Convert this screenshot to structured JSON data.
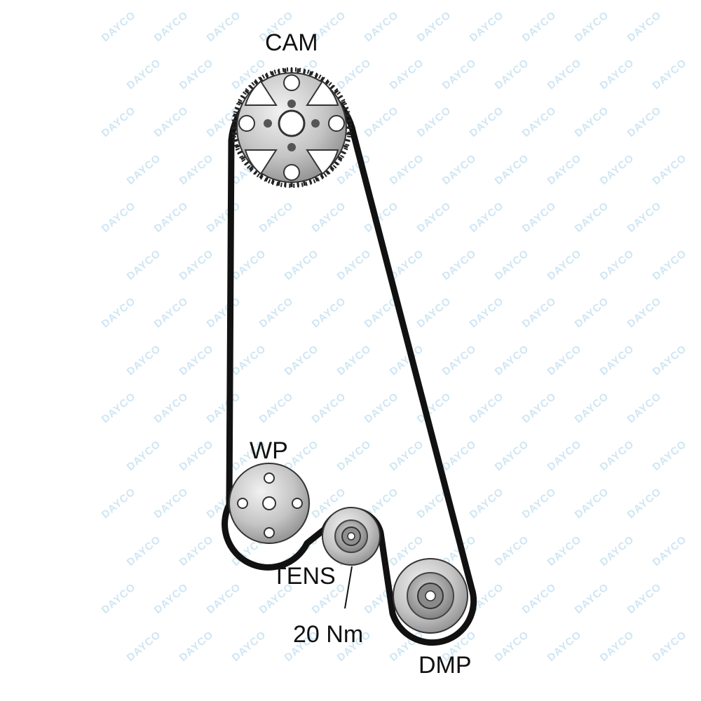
{
  "labels": {
    "cam": "CAM",
    "wp": "WP",
    "tens": "TENS",
    "torque": "20 Nm",
    "dmp": "DMP"
  },
  "watermark": {
    "text": "DAYCO",
    "color": "#cfe6f3"
  },
  "colors": {
    "belt": "#111111",
    "pulley": "#c8c8c8",
    "hub": "#9a9a9a",
    "hole": "#ffffff"
  }
}
